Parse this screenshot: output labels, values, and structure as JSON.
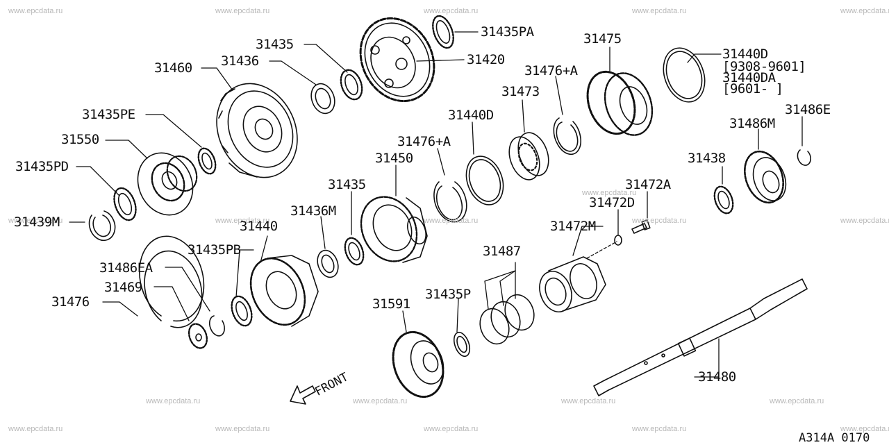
{
  "watermark": "www.epcdata.ru",
  "diagram_code": "A314A 0170",
  "front_label": "FRONT",
  "labels": {
    "p31435_top": "31435",
    "p31435pa": "31435PA",
    "p31420": "31420",
    "p31460": "31460",
    "p31436": "31436",
    "p31475": "31475",
    "p31440d_top": "31440D",
    "p31440d_date": "[9308-9601]",
    "p31440da": "31440DA",
    "p31440da_date": "[9601-    ]",
    "p31476a_top": "31476+A",
    "p31473": "31473",
    "p31435pe": "31435PE",
    "p31440d_mid": "31440D",
    "p31486e": "31486E",
    "p31550": "31550",
    "p31476a_mid": "31476+A",
    "p31486m": "31486M",
    "p31435pd": "31435PD",
    "p31450": "31450",
    "p31438": "31438",
    "p31435_mid": "31435",
    "p31472a": "31472A",
    "p31472d": "31472D",
    "p31439m": "31439M",
    "p31436m": "31436M",
    "p31440": "31440",
    "p31472m": "31472M",
    "p31435pb": "31435PB",
    "p31487": "31487",
    "p31486ea": "31486EA",
    "p31469": "31469",
    "p31435p": "31435P",
    "p31591": "31591",
    "p31476": "31476",
    "p31480": "31480"
  },
  "colors": {
    "ink": "#111111",
    "watermark": "#b8b8b8",
    "background": "#ffffff"
  }
}
